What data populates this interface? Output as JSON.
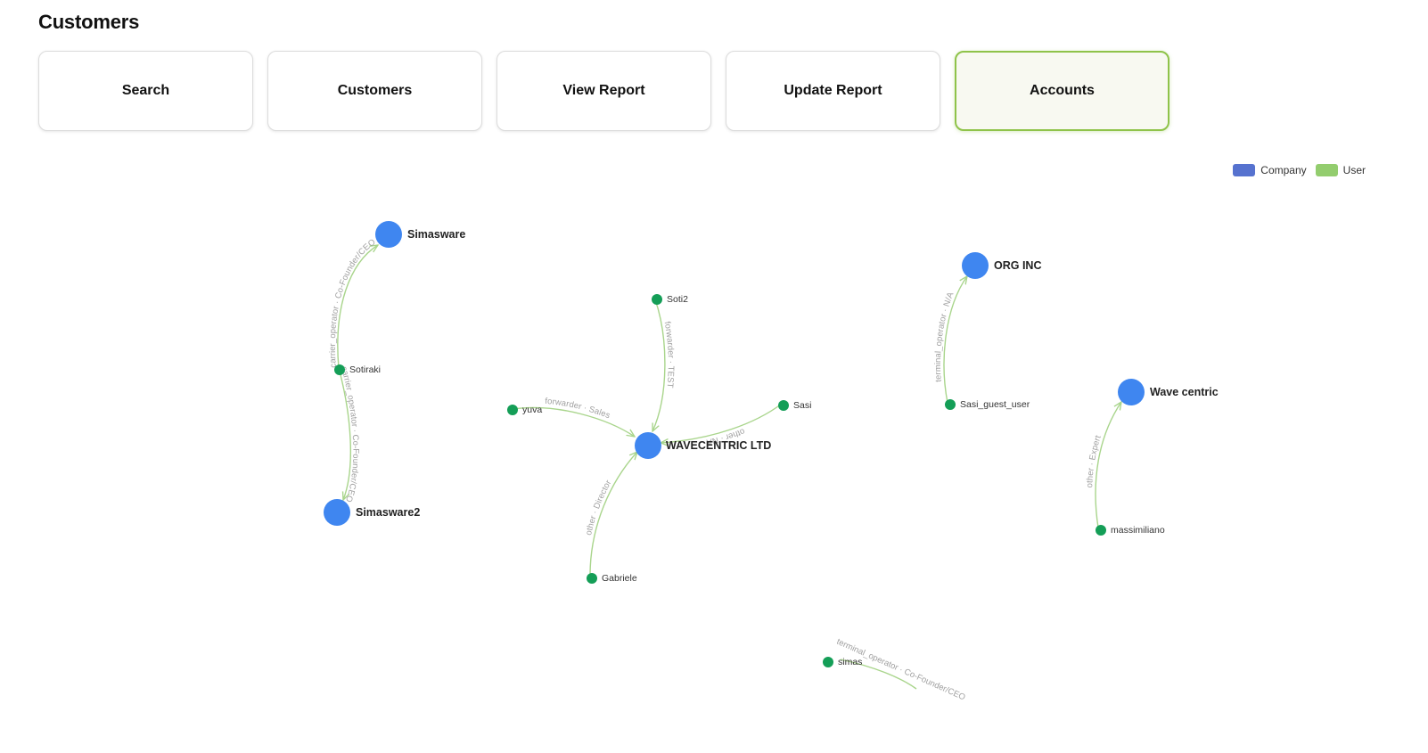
{
  "header": {
    "title": "Customers"
  },
  "nav": {
    "buttons": [
      {
        "label": "Search",
        "active": false
      },
      {
        "label": "Customers",
        "active": false
      },
      {
        "label": "View Report",
        "active": false
      },
      {
        "label": "Update Report",
        "active": false
      },
      {
        "label": "Accounts",
        "active": true
      }
    ]
  },
  "legend": {
    "items": [
      {
        "label": "Company",
        "color": "#5672cf"
      },
      {
        "label": "User",
        "color": "#93cd6e"
      }
    ]
  },
  "graph": {
    "companies": {
      "simasware": "Simasware",
      "simasware2": "Simasware2",
      "wavecentric_ltd": "WAVECENTRIC LTD",
      "org_inc": "ORG INC",
      "wave_centric": "Wave centric"
    },
    "users": {
      "sotiraki": "Sotiraki",
      "soti2": "Soti2",
      "yuva": "yuva",
      "sasi": "Sasi",
      "gabriele": "Gabriele",
      "sasi_guest_user": "Sasi_guest_user",
      "massimiliano": "massimiliano",
      "simas": "simas"
    },
    "edge_labels": {
      "sotiraki_simasware": "carrier_operator · Co-Founder/CEO",
      "sotiraki_simasware2": "carrier_operator · Co-Founder/CEO",
      "soti2_wavecentric": "forwarder · TEST",
      "yuva_wavecentric": "forwarder · Sales",
      "sasi_wavecentric": "other · NA",
      "gabriele_wavecentric": "other · Director",
      "sasiguest_orginc": "terminal_operator · N/A",
      "massimiliano_wavecentric": "other · Expert",
      "simas_edge": "terminal_operator · Co-Founder/CEO"
    }
  }
}
